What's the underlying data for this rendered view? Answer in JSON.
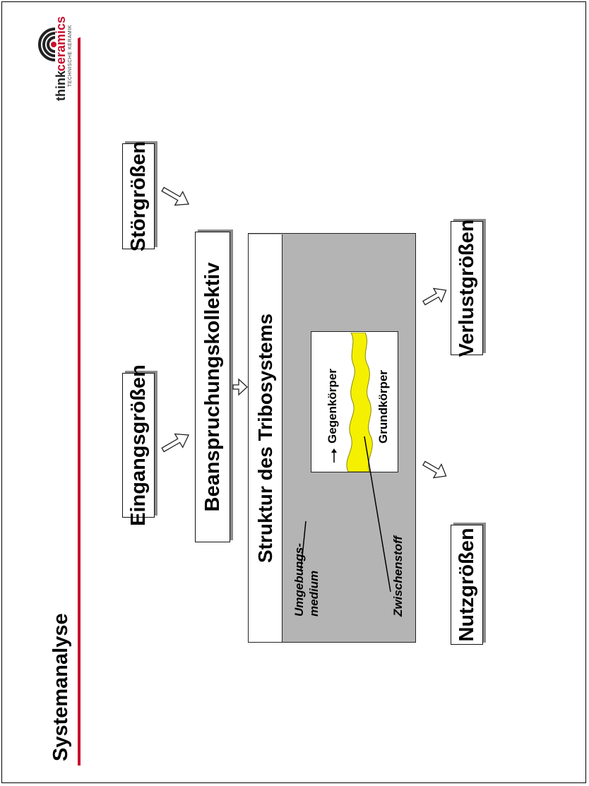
{
  "title": "Systemanalyse",
  "logo": {
    "word1": "think",
    "word2": "ceramics",
    "tagline": "TECHNISCHE KERAMIK"
  },
  "boxes": {
    "eingang": "Eingangsgrößen",
    "stoer": "Störgrößen",
    "beanspruchung": "Beanspruchungskollektiv",
    "struktur": "Struktur des Tribosystems",
    "nutz": "Nutzgrößen",
    "verlust": "Verlustgrößen"
  },
  "contact": {
    "gegenkoerper": "Gegenkörper",
    "grundkoerper": "Grundkörper"
  },
  "annotations": {
    "umgebung_line1": "Umgebungs-",
    "umgebung_line2": "medium",
    "zwischenstoff": "Zwischenstoff"
  },
  "colors": {
    "accent_red": "#c8102e",
    "panel_gray": "#b4b4b4",
    "interface_yellow": "#f5f000"
  }
}
